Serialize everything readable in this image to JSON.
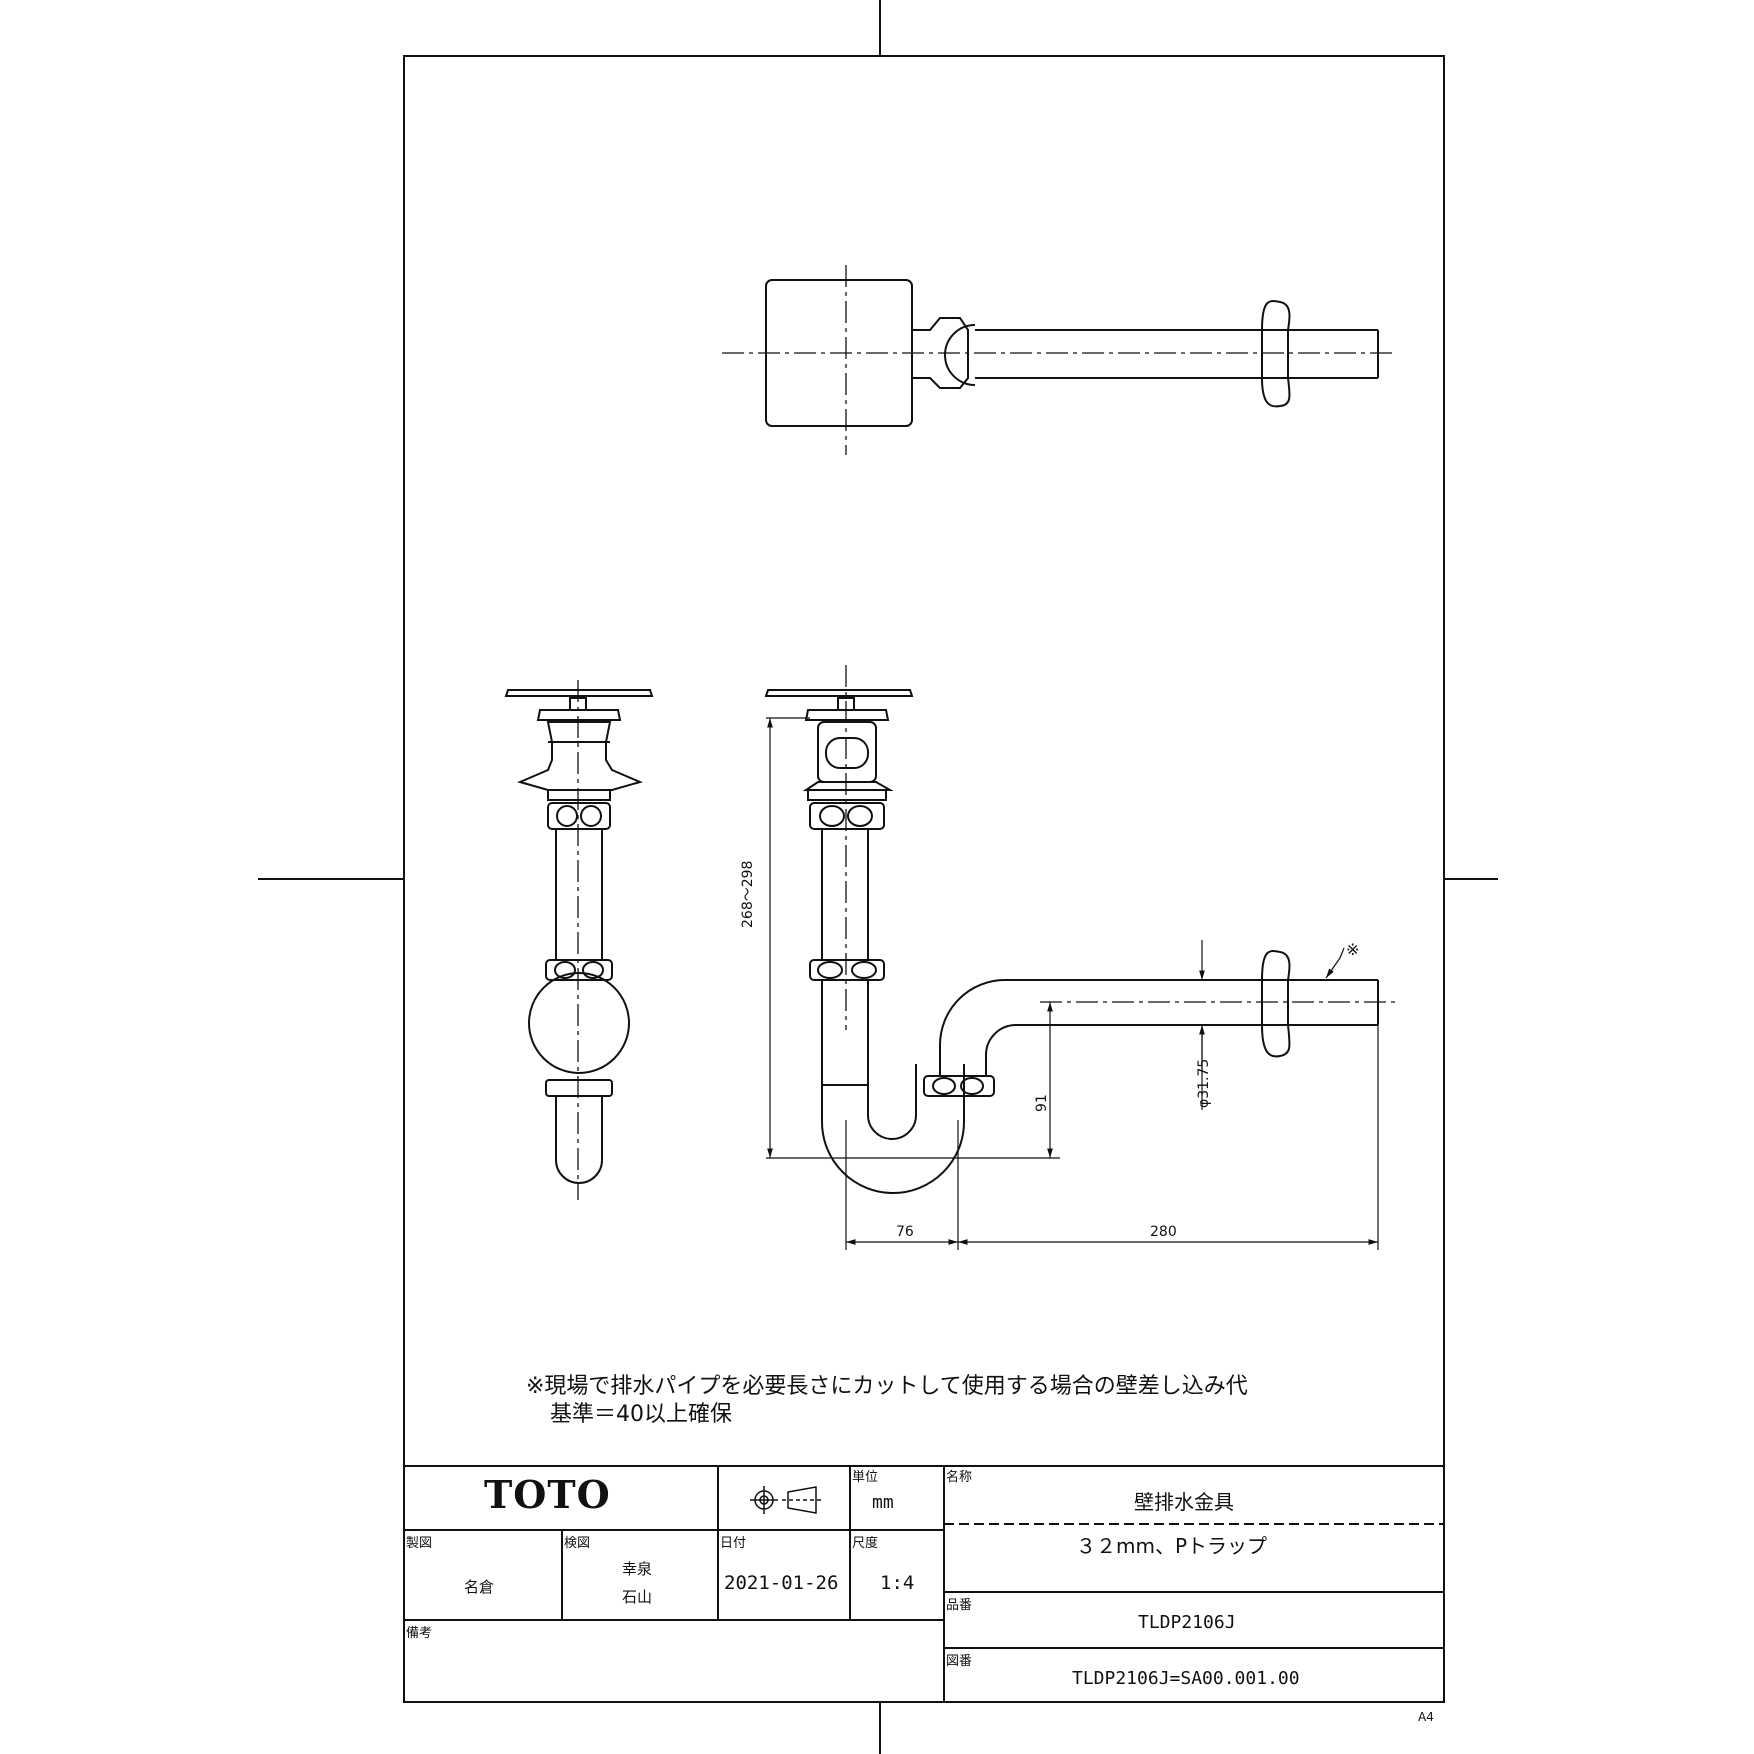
{
  "note": {
    "line1": "※現場で排水パイプを必要長さにカットして使用する場合の壁差し込み代",
    "line2": "基準＝40以上確保"
  },
  "dimensions": {
    "height_range": "268～298",
    "drop": "91",
    "pipe_dia": "φ31.75",
    "offset": "76",
    "length": "280",
    "mark": "※"
  },
  "title_block": {
    "logo": "TOTO",
    "unit_label": "単位",
    "unit": "mm",
    "name_label": "名称",
    "name": "壁排水金具",
    "subtitle": "３２mm、Pトラップ",
    "drafter_label": "製図",
    "drafter": "名倉",
    "checker_label": "検図",
    "checker1": "幸泉",
    "checker2": "石山",
    "date_label": "日付",
    "date": "2021-01-26",
    "scale_label": "尺度",
    "scale": "1:4",
    "part_label": "品番",
    "part_no": "TLDP2106J",
    "remarks_label": "備考",
    "drawing_label": "図番",
    "drawing_no": "TLDP2106J=SA00.001.00"
  },
  "sheet_size": "A4"
}
